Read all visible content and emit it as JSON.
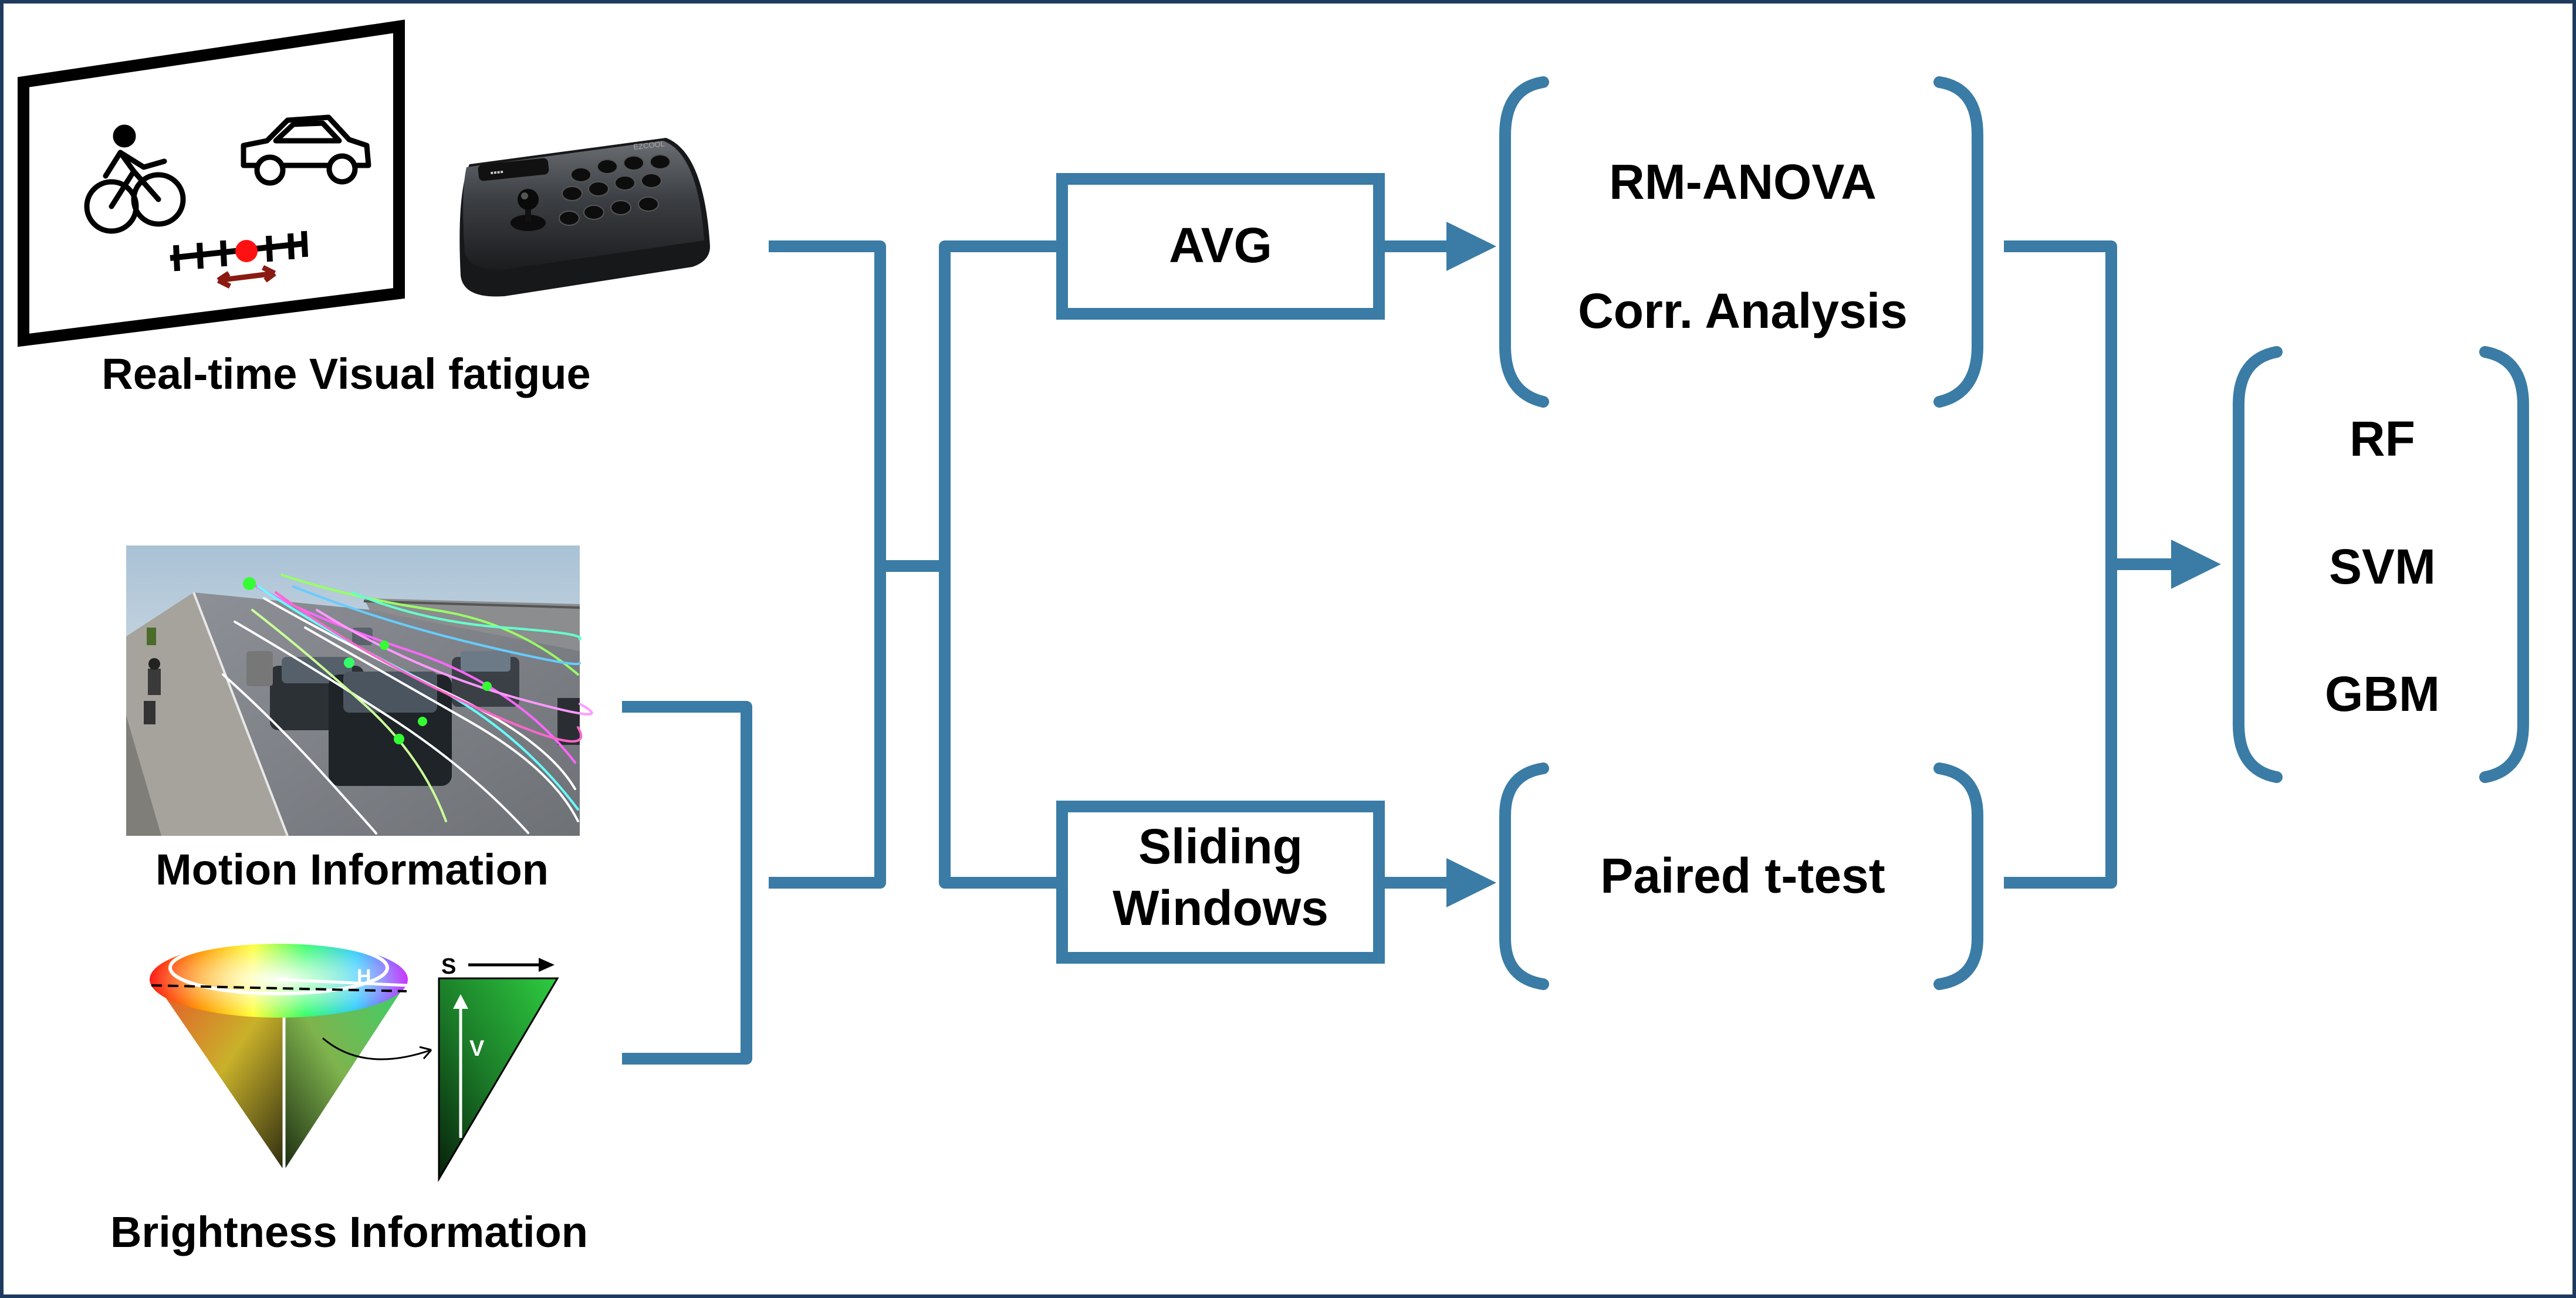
{
  "colors": {
    "flow": "#3a7ca5",
    "border": "#1f3a5f",
    "text": "#000000"
  },
  "inputs": {
    "visual_fatigue_label": "Real-time Visual fatigue",
    "motion_label": "Motion Information",
    "brightness_label": "Brightness Information",
    "hsv_labels": {
      "h": "H",
      "s": "S",
      "v": "V"
    },
    "controller_brand": "EZCOOL"
  },
  "methods": {
    "avg_label": "AVG",
    "sliding_line1": "Sliding",
    "sliding_line2": "Windows"
  },
  "analysis": {
    "rm_anova": "RM-ANOVA",
    "corr": "Corr. Analysis",
    "paired_t": "Paired t-test"
  },
  "models": {
    "rf": "RF",
    "svm": "SVM",
    "gbm": "GBM"
  },
  "icons": [
    "cyclist-icon",
    "car-icon",
    "slider-scale-icon",
    "arcade-controller-icon",
    "traffic-motion-image",
    "hsv-cone-icon",
    "value-triangle-icon"
  ]
}
